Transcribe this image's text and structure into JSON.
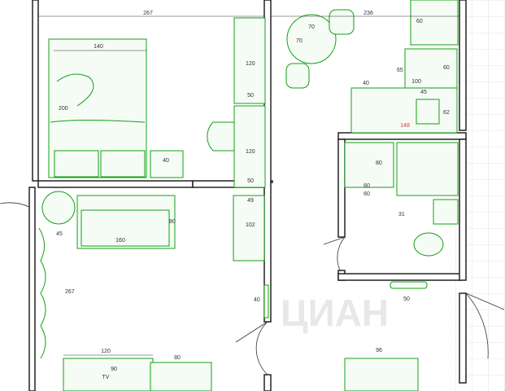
{
  "colors": {
    "wall_fill": "#ffffff",
    "wall_stroke": "#222222",
    "furniture": "#14a014",
    "furniture_fill": "#eaf7ea",
    "grid": "#d9d9d9",
    "dimension": "#333333",
    "dimension_red": "#d9383a",
    "watermark": "#e6e6e6"
  },
  "dimensions": {
    "bedroom_width": "267",
    "bed_width": "140",
    "bed_length": "200",
    "nightstand": "40",
    "wardrobe_upper_depth": "120",
    "wardrobe_upper_width": "50",
    "wardrobe_lower_depth": "120",
    "wardrobe_lower_width": "50",
    "shelf_width": "49",
    "shelf_length": "102",
    "living_armchair": "45",
    "sofa_length": "160",
    "sofa_depth": "80",
    "living_height": "267",
    "tv_unit_width": "120",
    "tv_width": "90",
    "dresser_width": "80",
    "small_shelf": "40",
    "kitchen_width": "236",
    "dining_table_w": "70",
    "dining_table_h": "70",
    "fridge_depth": "60",
    "counter_40": "40",
    "counter_100": "100",
    "cabinet_45": "45",
    "cabinet_60": "60",
    "kitchen_65": "65",
    "kitchen_62": "62",
    "kitchen_148": "148",
    "bath_sink_depth": "80",
    "bath_60_a": "60",
    "bath_60_b": "60",
    "bath_31": "31",
    "hall_50": "50",
    "hall_96": "96",
    "tv_label": "TV"
  },
  "watermark": "ЦИАН"
}
